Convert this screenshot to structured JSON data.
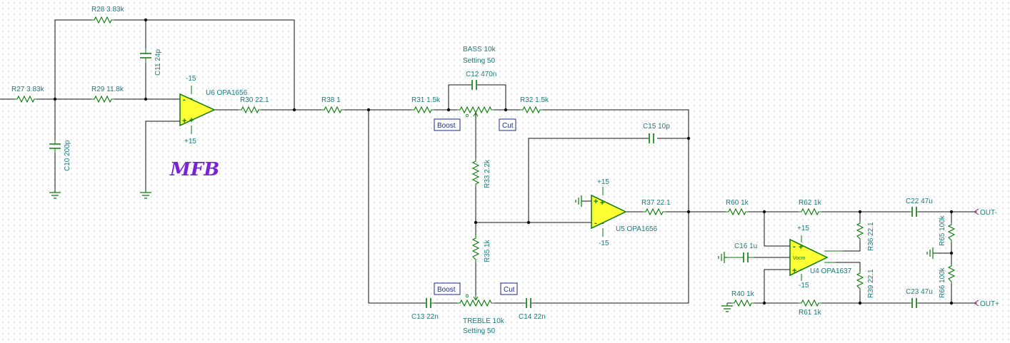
{
  "labels": {
    "r27": "R27 3.83k",
    "r28": "R28 3.83k",
    "r29": "R29 11.8k",
    "c11": "C11 24p",
    "c10": "C10 200p",
    "u6": "U6 OPA1656",
    "r30": "R30 22.1",
    "r38": "R38 1",
    "bass": "BASS 10k",
    "bass_setting": "Setting 50",
    "c12": "C12 470n",
    "r31": "R31 1.5k",
    "r32": "R32 1.5k",
    "c15": "C15 10p",
    "r33": "R33 2.2k",
    "r35": "R35 1k",
    "u5": "U5 OPA1656",
    "r37": "R37 22.1",
    "c13": "C13 22n",
    "c14": "C14 22n",
    "treble": "TREBLE 10k",
    "treble_setting": "Setting 50",
    "r60": "R60 1k",
    "r62": "R62 1k",
    "c22": "C22 47u",
    "c16": "C16 1u",
    "u4": "U4 OPA1637",
    "vocm": "Vocm",
    "r36": "R36 22.1",
    "r39": "R39 22.1",
    "r40": "R40 1k",
    "r61": "R61 1k",
    "c23": "C23 47u",
    "r65": "R65 100k",
    "r66": "R66 100k",
    "out_minus": "OUT-",
    "out_plus": "OUT+",
    "mfb": "MFB"
  },
  "supply": {
    "neg": "-15",
    "pos": "+15"
  },
  "buttons": {
    "bass_boost": "Boost",
    "bass_cut": "Cut",
    "treble_boost": "Boost",
    "treble_cut": "Cut"
  },
  "pin_signs": {
    "minus": "-",
    "plus": "+"
  },
  "colors": {
    "wire": "#111111",
    "component": "#0a7a0a",
    "label": "#1a7a7a",
    "opamp_fill": "#ffff33",
    "button": "#1a2a8a",
    "mfb": "#7a22d8"
  }
}
